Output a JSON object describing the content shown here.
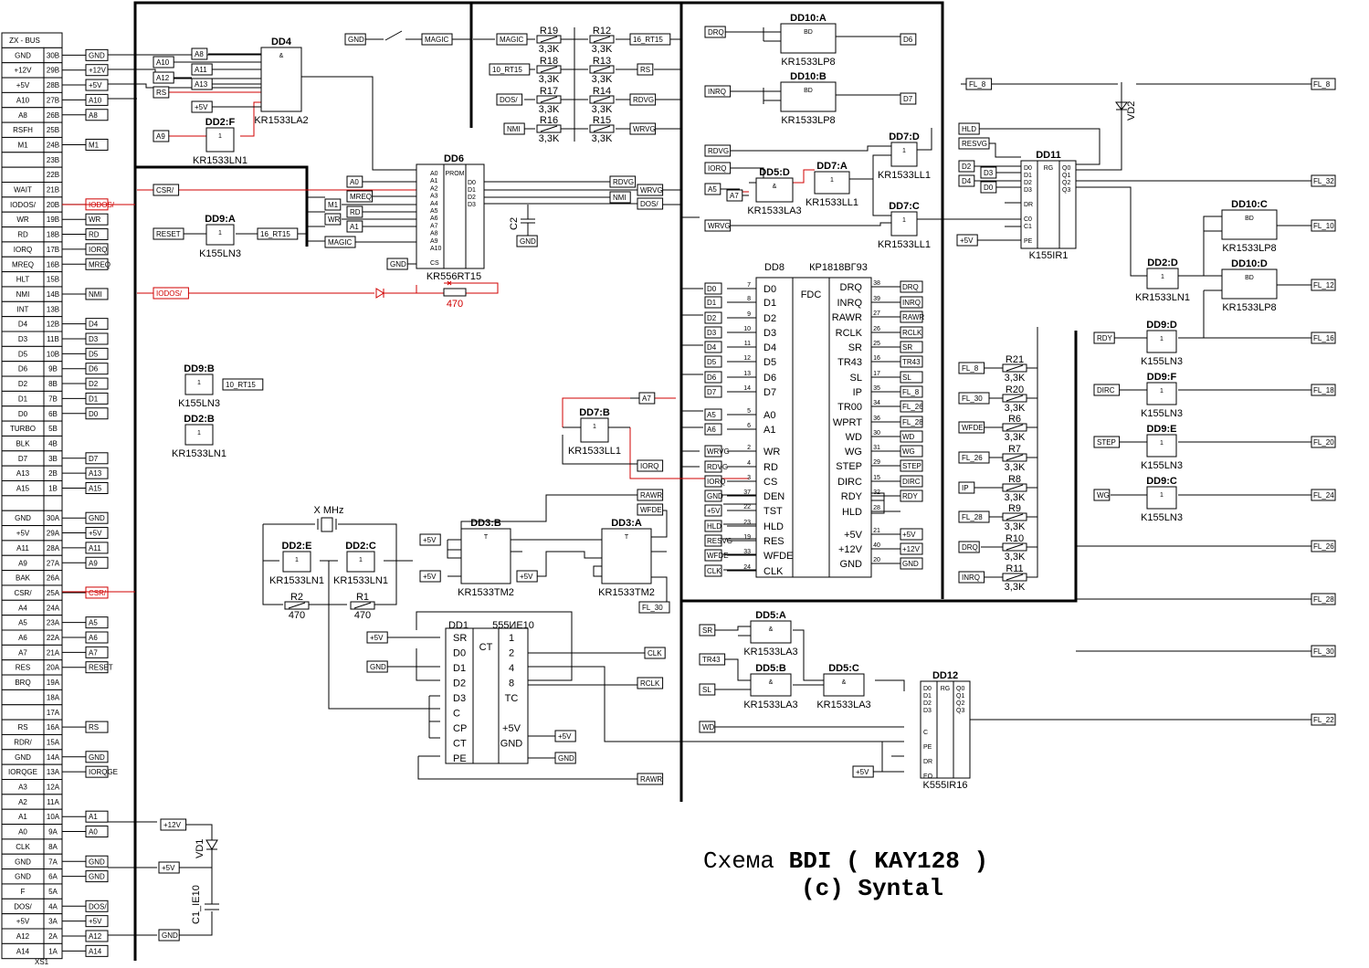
{
  "title": {
    "prefix": "Схема",
    "name": "BDI ( KAY128 )",
    "copyright": "(c) Syntal"
  },
  "connector": {
    "ref": "XS1",
    "header": "ZX - BUS",
    "pins": [
      {
        "name": "GND",
        "pin": "30B",
        "net": "GND"
      },
      {
        "name": "+12V",
        "pin": "29B",
        "net": "+12V"
      },
      {
        "name": "+5V",
        "pin": "28B",
        "net": "+5V"
      },
      {
        "name": "A10",
        "pin": "27B",
        "net": "A10"
      },
      {
        "name": "A8",
        "pin": "26B",
        "net": "A8"
      },
      {
        "name": "RSFH",
        "pin": "25B",
        "net": ""
      },
      {
        "name": "M1",
        "pin": "24B",
        "net": "M1"
      },
      {
        "name": "",
        "pin": "23B",
        "net": ""
      },
      {
        "name": "",
        "pin": "22B",
        "net": ""
      },
      {
        "name": "WAIT",
        "pin": "21B",
        "net": ""
      },
      {
        "name": "IODOS/",
        "pin": "20B",
        "net": "IODOS/"
      },
      {
        "name": "WR",
        "pin": "19B",
        "net": "WR"
      },
      {
        "name": "RD",
        "pin": "18B",
        "net": "RD"
      },
      {
        "name": "IORQ",
        "pin": "17B",
        "net": "IORQ"
      },
      {
        "name": "MREQ",
        "pin": "16B",
        "net": "MREQ"
      },
      {
        "name": "HLT",
        "pin": "15B",
        "net": ""
      },
      {
        "name": "NMI",
        "pin": "14B",
        "net": "NMI"
      },
      {
        "name": "INT",
        "pin": "13B",
        "net": ""
      },
      {
        "name": "D4",
        "pin": "12B",
        "net": "D4"
      },
      {
        "name": "D3",
        "pin": "11B",
        "net": "D3"
      },
      {
        "name": "D5",
        "pin": "10B",
        "net": "D5"
      },
      {
        "name": "D6",
        "pin": "9B",
        "net": "D6"
      },
      {
        "name": "D2",
        "pin": "8B",
        "net": "D2"
      },
      {
        "name": "D1",
        "pin": "7B",
        "net": "D1"
      },
      {
        "name": "D0",
        "pin": "6B",
        "net": "D0"
      },
      {
        "name": "TURBO",
        "pin": "5B",
        "net": ""
      },
      {
        "name": "BLK",
        "pin": "4B",
        "net": ""
      },
      {
        "name": "D7",
        "pin": "3B",
        "net": "D7"
      },
      {
        "name": "A13",
        "pin": "2B",
        "net": "A13"
      },
      {
        "name": "A15",
        "pin": "1B",
        "net": "A15"
      },
      {
        "name": "",
        "pin": "",
        "net": ""
      },
      {
        "name": "GND",
        "pin": "30A",
        "net": "GND"
      },
      {
        "name": "+5V",
        "pin": "29A",
        "net": "+5V"
      },
      {
        "name": "A11",
        "pin": "28A",
        "net": "A11"
      },
      {
        "name": "A9",
        "pin": "27A",
        "net": "A9"
      },
      {
        "name": "BAK",
        "pin": "26A",
        "net": ""
      },
      {
        "name": "CSR/",
        "pin": "25A",
        "net": "CSR/"
      },
      {
        "name": "A4",
        "pin": "24A",
        "net": ""
      },
      {
        "name": "A5",
        "pin": "23A",
        "net": "A5"
      },
      {
        "name": "A6",
        "pin": "22A",
        "net": "A6"
      },
      {
        "name": "A7",
        "pin": "21A",
        "net": "A7"
      },
      {
        "name": "RES",
        "pin": "20A",
        "net": "RESET"
      },
      {
        "name": "BRQ",
        "pin": "19A",
        "net": ""
      },
      {
        "name": "",
        "pin": "18A",
        "net": ""
      },
      {
        "name": "",
        "pin": "17A",
        "net": ""
      },
      {
        "name": "RS",
        "pin": "16A",
        "net": "RS"
      },
      {
        "name": "RDR/",
        "pin": "15A",
        "net": ""
      },
      {
        "name": "GND",
        "pin": "14A",
        "net": "GND"
      },
      {
        "name": "IORQGE",
        "pin": "13A",
        "net": "IORQGE"
      },
      {
        "name": "A3",
        "pin": "12A",
        "net": ""
      },
      {
        "name": "A2",
        "pin": "11A",
        "net": ""
      },
      {
        "name": "A1",
        "pin": "10A",
        "net": "A1"
      },
      {
        "name": "A0",
        "pin": "9A",
        "net": "A0"
      },
      {
        "name": "CLK",
        "pin": "8A",
        "net": ""
      },
      {
        "name": "GND",
        "pin": "7A",
        "net": "GND"
      },
      {
        "name": "GND",
        "pin": "6A",
        "net": "GND"
      },
      {
        "name": "F",
        "pin": "5A",
        "net": ""
      },
      {
        "name": "DOS/",
        "pin": "4A",
        "net": "DOS/"
      },
      {
        "name": "+5V",
        "pin": "3A",
        "net": "+5V"
      },
      {
        "name": "A12",
        "pin": "2A",
        "net": "A12"
      },
      {
        "name": "A14",
        "pin": "1A",
        "net": "A14"
      }
    ]
  },
  "chips": {
    "dd4": {
      "label": "DD4",
      "part": "KR1533LA2"
    },
    "dd2f": {
      "label": "DD2:F",
      "part": "KR1533LN1"
    },
    "dd6": {
      "label": "DD6",
      "part": "KR556RT15",
      "type": "PROM"
    },
    "dd9a": {
      "label": "DD9:A",
      "part": "K155LN3"
    },
    "dd9b": {
      "label": "DD9:B",
      "part": "K155LN3"
    },
    "dd2b": {
      "label": "DD2:B",
      "part": "KR1533LN1"
    },
    "dd7b": {
      "label": "DD7:B",
      "part": "KR1533LL1"
    },
    "dd2e": {
      "label": "DD2:E",
      "part": "KR1533LN1"
    },
    "dd2c": {
      "label": "DD2:C",
      "part": "KR1533LN1"
    },
    "dd3b": {
      "label": "DD3:B",
      "part": "KR1533TM2"
    },
    "dd3a": {
      "label": "DD3:A",
      "part": "KR1533TM2"
    },
    "dd1": {
      "label": "DD1",
      "part": "555ИЕ10"
    },
    "dd10a": {
      "label": "DD10:A",
      "part": "KR1533LP8"
    },
    "dd10b": {
      "label": "DD10:B",
      "part": "KR1533LP8"
    },
    "dd7d": {
      "label": "DD7:D",
      "part": "KR1533LL1"
    },
    "dd7a": {
      "label": "DD7:A",
      "part": "KR1533LL1"
    },
    "dd5d": {
      "label": "DD5:D",
      "part": "KR1533LA3"
    },
    "dd7c": {
      "label": "DD7:C",
      "part": "KR1533LL1"
    },
    "dd8": {
      "label": "DD8",
      "part": "КР1818ВГ93",
      "type": "FDC"
    },
    "dd11": {
      "label": "DD11",
      "part": "K155IR1"
    },
    "dd10c": {
      "label": "DD10:C",
      "part": "KR1533LP8"
    },
    "dd10d": {
      "label": "DD10:D",
      "part": "KR1533LP8"
    },
    "dd2d": {
      "label": "DD2:D",
      "part": "KR1533LN1"
    },
    "dd9d": {
      "label": "DD9:D",
      "part": "K155LN3"
    },
    "dd9f": {
      "label": "DD9:F",
      "part": "K155LN3"
    },
    "dd9e": {
      "label": "DD9:E",
      "part": "K155LN3"
    },
    "dd9c": {
      "label": "DD9:C",
      "part": "K155LN3"
    },
    "dd5a": {
      "label": "DD5:A",
      "part": "KR1533LA3"
    },
    "dd5b": {
      "label": "DD5:B",
      "part": "KR1533LA3"
    },
    "dd5c": {
      "label": "DD5:C",
      "part": "KR1533LA3"
    },
    "dd12": {
      "label": "DD12",
      "part": "K555IR16"
    }
  },
  "passives": {
    "r19": {
      "ref": "R19",
      "value": "3,3K"
    },
    "r18": {
      "ref": "R18",
      "value": "3,3K"
    },
    "r17": {
      "ref": "R17",
      "value": "3,3K"
    },
    "r16": {
      "ref": "R16",
      "value": "3,3K"
    },
    "r12": {
      "ref": "R12",
      "value": "3,3K"
    },
    "r13": {
      "ref": "R13",
      "value": "3,3K"
    },
    "r14": {
      "ref": "R14",
      "value": "3,3K"
    },
    "r15": {
      "ref": "R15",
      "value": "3,3K"
    },
    "r2": {
      "ref": "R2",
      "value": "470"
    },
    "r1": {
      "ref": "R1",
      "value": "470"
    },
    "r21": {
      "ref": "R21",
      "value": "3,3K"
    },
    "r20": {
      "ref": "R20",
      "value": "3,3K"
    },
    "r6": {
      "ref": "R6",
      "value": "3,3K"
    },
    "r7": {
      "ref": "R7",
      "value": "3,3K"
    },
    "r8": {
      "ref": "R8",
      "value": "3,3K"
    },
    "r9": {
      "ref": "R9",
      "value": "3,3K"
    },
    "r10": {
      "ref": "R10",
      "value": "3,3K"
    },
    "r11": {
      "ref": "R11",
      "value": "3,3K"
    },
    "r470": {
      "value": "470"
    },
    "crystal": {
      "value": "X MHz"
    },
    "c2": {
      "ref": "C2"
    },
    "c1": {
      "ref": "C1_IE10"
    },
    "vd1": {
      "ref": "VD1"
    },
    "vd2": {
      "ref": "VD2"
    }
  },
  "fdc_pins_left": [
    {
      "pin": "7",
      "name": "D0",
      "net": "D0"
    },
    {
      "pin": "8",
      "name": "D1",
      "net": "D1"
    },
    {
      "pin": "9",
      "name": "D2",
      "net": "D2"
    },
    {
      "pin": "10",
      "name": "D3",
      "net": "D3"
    },
    {
      "pin": "11",
      "name": "D4",
      "net": "D4"
    },
    {
      "pin": "12",
      "name": "D5",
      "net": "D5"
    },
    {
      "pin": "13",
      "name": "D6",
      "net": "D6"
    },
    {
      "pin": "14",
      "name": "D7",
      "net": "D7"
    },
    {
      "pin": "5",
      "name": "A0",
      "net": "A5"
    },
    {
      "pin": "6",
      "name": "A1",
      "net": "A6"
    },
    {
      "pin": "2",
      "name": "WR",
      "net": "WRVG"
    },
    {
      "pin": "4",
      "name": "RD",
      "net": "RDVG"
    },
    {
      "pin": "3",
      "name": "CS",
      "net": "IORQ"
    },
    {
      "pin": "37",
      "name": "DEN",
      "net": "GND"
    },
    {
      "pin": "22",
      "name": "TST",
      "net": "+5V"
    },
    {
      "pin": "23",
      "name": "HLD",
      "net": "HLD"
    },
    {
      "pin": "19",
      "name": "RES",
      "net": "RESVG"
    },
    {
      "pin": "33",
      "name": "WFDE",
      "net": "WFDE"
    },
    {
      "pin": "24",
      "name": "CLK",
      "net": "CLK"
    }
  ],
  "fdc_pins_right": [
    {
      "pin": "38",
      "name": "DRQ",
      "net": "DRQ"
    },
    {
      "pin": "39",
      "name": "INRQ",
      "net": "INRQ"
    },
    {
      "pin": "27",
      "name": "RAWR",
      "net": "RAWR"
    },
    {
      "pin": "26",
      "name": "RCLK",
      "net": "RCLK"
    },
    {
      "pin": "25",
      "name": "SR",
      "net": "SR"
    },
    {
      "pin": "16",
      "name": "TR43",
      "net": "TR43"
    },
    {
      "pin": "17",
      "name": "SL",
      "net": "SL"
    },
    {
      "pin": "35",
      "name": "IP",
      "net": "FL_8"
    },
    {
      "pin": "34",
      "name": "TR00",
      "net": "FL_26"
    },
    {
      "pin": "36",
      "name": "WPRT",
      "net": "FL_28"
    },
    {
      "pin": "30",
      "name": "WD",
      "net": "WD"
    },
    {
      "pin": "31",
      "name": "WG",
      "net": "WG"
    },
    {
      "pin": "29",
      "name": "STEP",
      "net": "STEP"
    },
    {
      "pin": "15",
      "name": "DIRC",
      "net": "DIRC"
    },
    {
      "pin": "32",
      "name": "RDY",
      "net": "RDY"
    },
    {
      "pin": "28",
      "name": "HLD",
      "net": ""
    },
    {
      "pin": "21",
      "name": "+5V",
      "net": "+5V"
    },
    {
      "pin": "40",
      "name": "+12V",
      "net": "+12V"
    },
    {
      "pin": "20",
      "name": "GND",
      "net": "GND"
    }
  ],
  "floppy_outputs": [
    "FL_8",
    "FL_32",
    "FL_10",
    "FL_12",
    "FL_16",
    "FL_18",
    "FL_20",
    "FL_24",
    "FL_26",
    "FL_28",
    "FL_30",
    "FL_22"
  ],
  "net_tags": {
    "gnd": "GND",
    "magic": "MAGIC",
    "p5v": "+5V",
    "p12v": "+12V",
    "rt15": "16_RT15",
    "rt15b": "10_RT15",
    "rs": "RS",
    "dos": "DOS/",
    "rdvg": "RDVG",
    "nmi": "NMI",
    "wrvg": "WRVG",
    "csr": "CSR/",
    "reset": "RESET",
    "mreq": "MREQ",
    "m1": "M1",
    "rd": "RD",
    "wr": "WR",
    "a0": "A0",
    "a1": "A1",
    "a7": "A7",
    "a5": "A5",
    "a6": "A6",
    "a9": "A9",
    "a8": "A8",
    "a10": "A10",
    "a11": "A11",
    "a12": "A12",
    "a13": "A13",
    "iodos": "IODOS/",
    "iorq": "IORQ",
    "drq": "DRQ",
    "inrq": "INRQ",
    "d6": "D6",
    "d7": "D7",
    "d2": "D2",
    "d3": "D3",
    "d4": "D4",
    "d0": "D0",
    "hld": "HLD",
    "resvg": "RESVG",
    "rawr": "RAWR",
    "wfde": "WFDE",
    "fl30": "FL_30",
    "clk": "CLK",
    "rclk": "RCLK",
    "sr": "SR",
    "tr43": "TR43",
    "sl": "SL",
    "wd": "WD",
    "rdy": "RDY",
    "dirc": "DIRC",
    "step": "STEP",
    "wg": "WG",
    "ip": "IP",
    "fl8": "FL_8",
    "fl26": "FL_26",
    "fl28": "FL_28"
  }
}
